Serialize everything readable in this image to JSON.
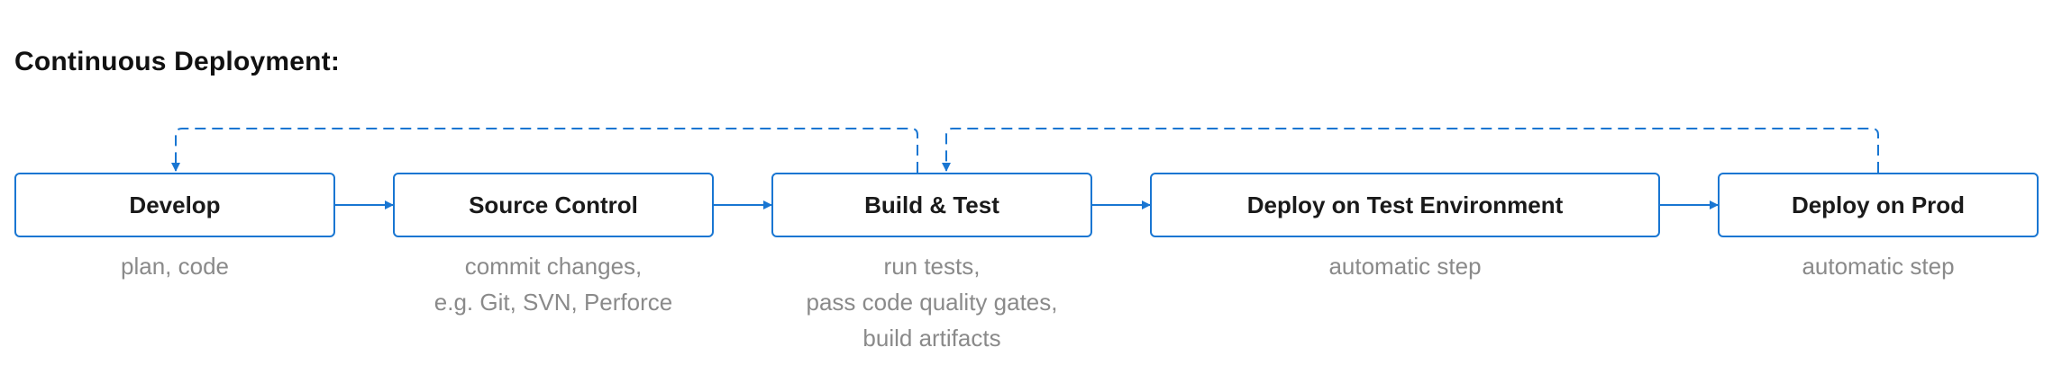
{
  "title": "Continuous Deployment:",
  "steps": [
    {
      "label": "Develop",
      "notes": [
        "plan, code"
      ]
    },
    {
      "label": "Source Control",
      "notes": [
        "commit changes,",
        "e.g. Git, SVN, Perforce"
      ]
    },
    {
      "label": "Build & Test",
      "notes": [
        "run tests,",
        "pass code quality gates,",
        "build artifacts"
      ]
    },
    {
      "label": "Deploy on Test Environment",
      "notes": [
        "automatic step"
      ]
    },
    {
      "label": "Deploy on Prod",
      "notes": [
        "automatic step"
      ]
    }
  ],
  "feedback_loops": [
    {
      "from": "Build & Test",
      "to": "Develop"
    },
    {
      "from": "Deploy on Prod",
      "to": "Build & Test"
    }
  ],
  "colors": {
    "accent": "#1976d2",
    "note_text": "#8a8a8a",
    "label_text": "#1a1a1a"
  }
}
